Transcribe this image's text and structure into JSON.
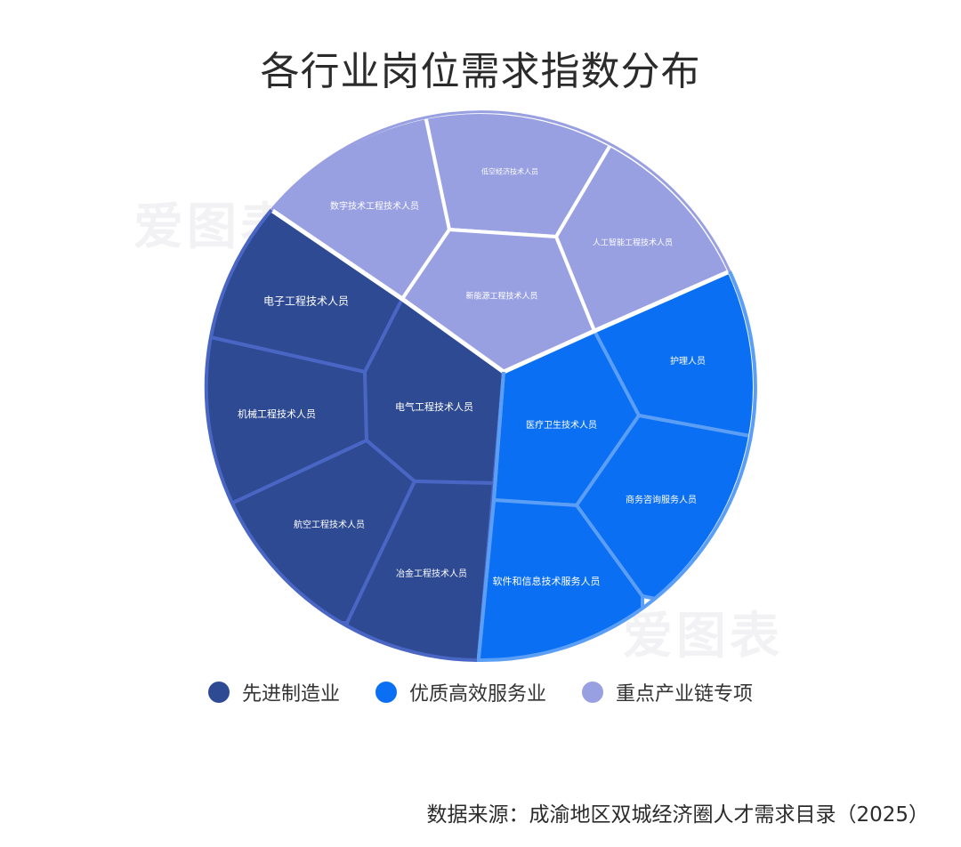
{
  "title": "各行业岗位需求指数分布",
  "source": "数据来源：成渝地区双城经济圈人才需求目录（2025）",
  "watermark": "爱图表",
  "colors": {
    "advanced_manufacturing": "#2e4a93",
    "quality_services": "#0a6ff2",
    "key_industry_chain": "#98a0e2",
    "manufacturing_border": "#4a66c4",
    "services_border": "#5b9ef5",
    "group_border": "#ffffff"
  },
  "legend": [
    {
      "label": "先进制造业",
      "color": "#2e4a93"
    },
    {
      "label": "优质高效服务业",
      "color": "#0a6ff2"
    },
    {
      "label": "重点产业链专项",
      "color": "#98a0e2"
    }
  ],
  "chart_data": {
    "type": "voronoi-treemap",
    "title": "各行业岗位需求指数分布",
    "groups": [
      {
        "name": "先进制造业",
        "color": "#2e4a93",
        "children": [
          {
            "name": "电子工程技术人员"
          },
          {
            "name": "机械工程技术人员"
          },
          {
            "name": "电气工程技术人员"
          },
          {
            "name": "航空工程技术人员"
          },
          {
            "name": "冶金工程技术人员"
          }
        ]
      },
      {
        "name": "优质高效服务业",
        "color": "#0a6ff2",
        "children": [
          {
            "name": "护理人员"
          },
          {
            "name": "医疗卫生技术人员"
          },
          {
            "name": "商务咨询服务人员"
          },
          {
            "name": "软件和信息技术服务人员"
          }
        ]
      },
      {
        "name": "重点产业链专项",
        "color": "#98a0e2",
        "children": [
          {
            "name": "数字技术工程技术人员"
          },
          {
            "name": "低空经济技术人员"
          },
          {
            "name": "人工智能工程技术人员"
          },
          {
            "name": "新能源工程技术人员"
          }
        ]
      }
    ],
    "legend_position": "bottom",
    "source": "数据来源：成渝地区双城经济圈人才需求目录（2025）"
  },
  "cells": {
    "dianzi": "电子工程技术人员",
    "jixie": "机械工程技术人员",
    "dianqi": "电气工程技术人员",
    "hangkong": "航空工程技术人员",
    "yejin": "冶金工程技术人员",
    "huli": "护理人员",
    "yiliao": "医疗卫生技术人员",
    "shangwu": "商务咨询服务人员",
    "ruanjian": "软件和信息技术服务人员",
    "shuzi": "数字技术工程技术人员",
    "dikong": "低空经济技术人员",
    "rengong": "人工智能工程技术人员",
    "xinnengyuan": "新能源工程技术人员"
  }
}
